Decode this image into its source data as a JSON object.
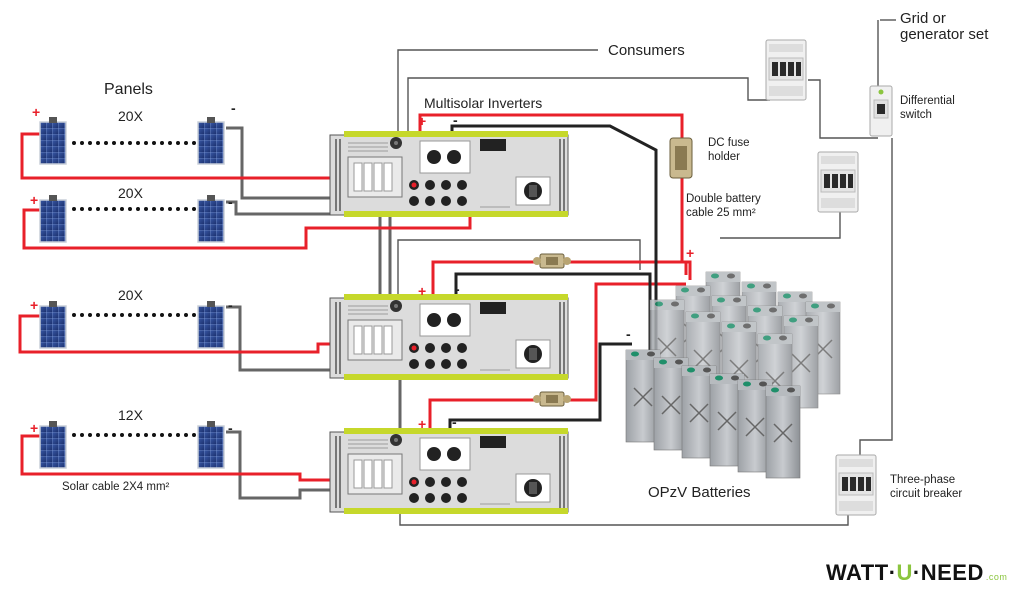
{
  "labels": {
    "panels": "Panels",
    "consumers": "Consumers",
    "multisolar_inverters": "Multisolar Inverters",
    "dc_fuse_holder": [
      "DC fuse",
      "holder"
    ],
    "double_battery_cable": [
      "Double battery",
      "cable 25 mm²"
    ],
    "grid": [
      "Grid or",
      "generator set"
    ],
    "differential_switch": [
      "Differential",
      "switch"
    ],
    "three_phase": [
      "Three-phase",
      "circuit breaker"
    ],
    "opzv_batteries": "OPzV Batteries",
    "solar_cable": "Solar cable 2X4 mm²"
  },
  "strings": [
    {
      "count": "20X",
      "plus": "+",
      "minus": "-"
    },
    {
      "count": "20X",
      "plus": "+",
      "minus": "-"
    },
    {
      "count": "20X",
      "plus": "+",
      "minus": "-"
    },
    {
      "count": "12X",
      "plus": "+",
      "minus": "-"
    }
  ],
  "inverter_terminals": [
    {
      "plus": "+",
      "minus": "-"
    },
    {
      "plus": "+",
      "minus": "-"
    },
    {
      "plus": "+",
      "minus": "-"
    }
  ],
  "battery_terminals": {
    "plus": "+",
    "minus": "-"
  },
  "logo": {
    "part1": "WATT",
    "sep1": "·",
    "part2": "U",
    "sep2": "·",
    "part3": "NEED",
    "suffix": ".com"
  },
  "colors": {
    "positive": "#e8202a",
    "negative": "#333333",
    "ac": "#777777",
    "accent": "#c6d82b"
  }
}
